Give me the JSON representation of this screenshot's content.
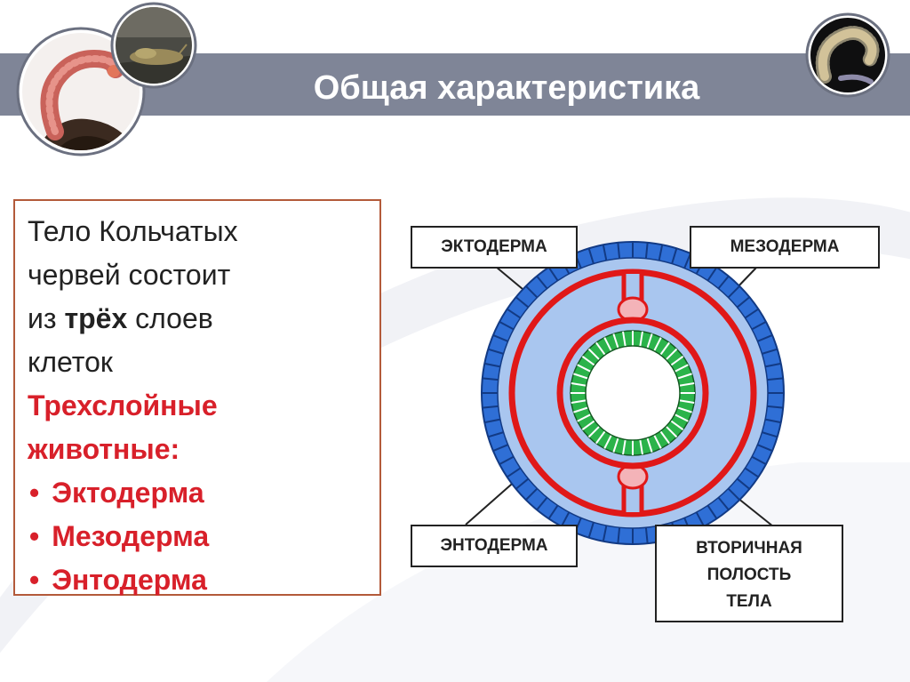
{
  "header": {
    "title": "Общая характеристика"
  },
  "textbox": {
    "line1": "Тело Кольчатых",
    "line2": "червей состоит",
    "line3_pre": "из ",
    "line3_bold": "трёх",
    "line3_post": " слоев",
    "line4": "клеток",
    "heading_line1": "Трехслойные",
    "heading_line2": "животные:",
    "bullets": [
      "Эктодерма",
      "Мезодерма",
      "Энтодерма"
    ]
  },
  "diagram": {
    "labels": {
      "ectoderm": "ЭКТОДЕРМА",
      "mesoderm": "МЕЗОДЕРМА",
      "endoderm": "ЭНТОДЕРМА",
      "cavity_line1": "ВТОРИЧНАЯ",
      "cavity_line2": "ПОЛОСТЬ",
      "cavity_line3": "ТЕЛА"
    },
    "colors": {
      "ectoderm": "#2f6fd6",
      "mesoderm": "#e01818",
      "endoderm": "#2bb34a",
      "cavity": "#a9c6ef",
      "vessel": "#f4b3b8"
    }
  },
  "colors": {
    "title_band": "#7f8597",
    "accent_red": "#d8202a",
    "box_border": "#b35a3a"
  },
  "icons": [
    "earthworm-photo",
    "slug-photo",
    "polychaete-photo"
  ]
}
